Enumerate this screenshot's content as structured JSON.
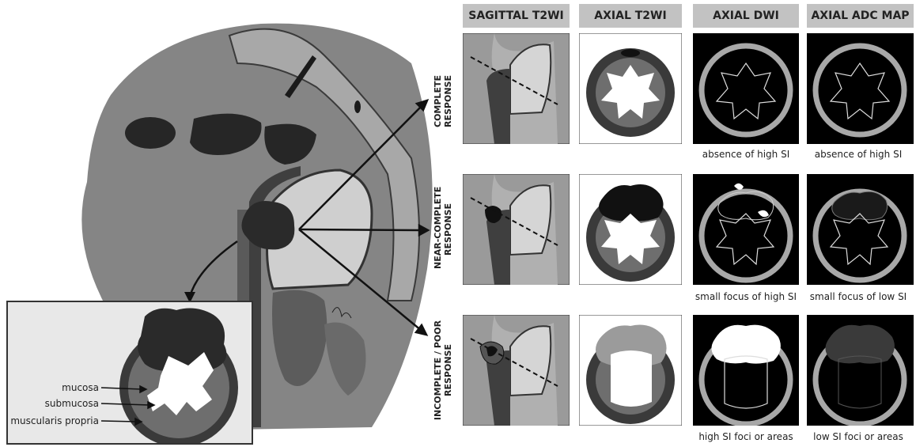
{
  "columns": [
    "SAGITTAL T2WI",
    "AXIAL T2WI",
    "AXIAL DWI",
    "AXIAL ADC MAP"
  ],
  "rows": [
    {
      "label_line1": "COMPLETE",
      "label_line2": "RESPONSE",
      "dwi_caption": "absence of high SI",
      "adc_caption": "absence of high SI"
    },
    {
      "label_line1": "NEAR-COMPLETE",
      "label_line2": "RESPONSE",
      "dwi_caption": "small focus of high SI",
      "adc_caption": "small focus of low SI"
    },
    {
      "label_line1": "INCOMPLETE / POOR",
      "label_line2": "RESPONSE",
      "dwi_caption": "high SI foci or areas",
      "adc_caption": "low SI foci or areas"
    }
  ],
  "inset_layers": [
    "mucosa",
    "submucosa",
    "muscularis propria"
  ],
  "colors": {
    "header_bg": "#c2c2c2",
    "dark": "#2a2a2a",
    "mid": "#6a6a6a",
    "light": "#c9c9c9",
    "black": "#000000"
  }
}
